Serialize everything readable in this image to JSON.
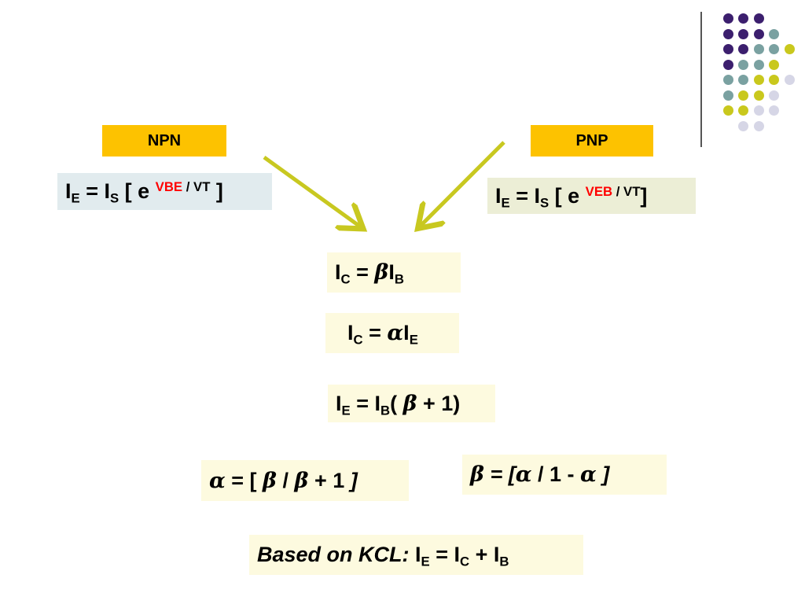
{
  "labels": {
    "npn": "NPN",
    "pnp": "PNP"
  },
  "npn_eq": {
    "i": "I",
    "e": "E",
    "eq": " = I",
    "s": "S",
    "open": " [ e ",
    "vbe": "VBE",
    "vt": " / VT",
    "close": " ]"
  },
  "pnp_eq": {
    "i": "I",
    "e": "E",
    "eq": " = I",
    "s": "S",
    "open": " [ e ",
    "veb": "VEB",
    "vt": " / VT",
    "close": "]"
  },
  "ic_beta": {
    "i": "I",
    "c": "C",
    "eq": " = ",
    "beta": "β",
    "ib": "I",
    "b": "B"
  },
  "ic_alpha": {
    "i": "I",
    "c": "C",
    "eq": " = ",
    "alpha": "α",
    "ie": "I",
    "e": "E"
  },
  "ie_ib": {
    "i": "I",
    "e": "E",
    "eq": " = I",
    "b": "B",
    "open": "( ",
    "beta": "β",
    "rest": " + 1)"
  },
  "alpha_eq": {
    "alpha": "α",
    "eq": " = [ ",
    "beta1": "β",
    "slash": "  / ",
    "beta2": "β",
    "plus": " + 1 ",
    "close": "]"
  },
  "beta_eq": {
    "beta": "β",
    "eq": " = [",
    "alpha1": "α",
    "mid": "  / 1 - ",
    "alpha2": "α",
    "close": " ]"
  },
  "kcl": {
    "label": "Based on KCL:",
    "i1": " I",
    "e": "E",
    "eq": " = I",
    "c": "C",
    "plus": " + I",
    "b": "B"
  },
  "colors": {
    "accent_orange": "#fdc200",
    "arrow": "#c8c820",
    "sup_red": "#ff0000",
    "dot_purple": "#3c1f6e",
    "dot_teal": "#7aa1a1",
    "dot_yellow": "#c9c81d",
    "dot_lavender": "#d6d6e6"
  }
}
